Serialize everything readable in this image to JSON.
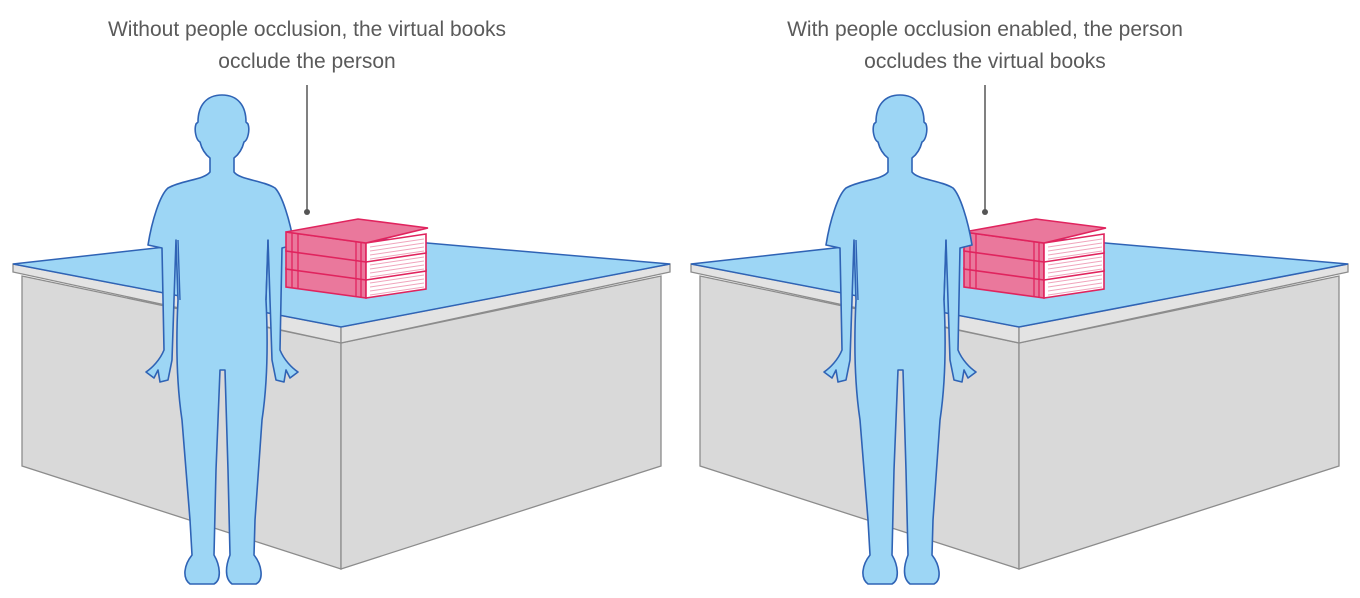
{
  "panels": [
    {
      "caption_line1": "Without people occlusion, the virtual books",
      "caption_line2": "occlude the person",
      "occlusion": false
    },
    {
      "caption_line1": "With people occlusion enabled, the person",
      "caption_line2": "occludes the virtual books",
      "occlusion": true
    }
  ],
  "colors": {
    "person": "#9dd6f5",
    "person_stroke": "#2f63b5",
    "table_top": "#9dd6f5",
    "table_side": "#d9d9d9",
    "table_stroke": "#8c8c8c",
    "book": "#ea789c",
    "book_stroke": "#e0245e",
    "leader": "#555555"
  }
}
